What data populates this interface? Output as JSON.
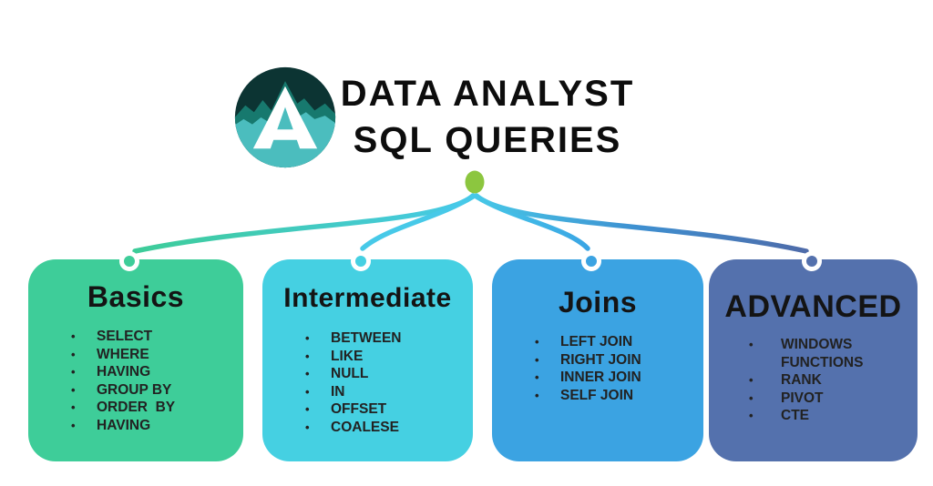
{
  "header": {
    "logo": {
      "icon": "mountain-a-logo",
      "letter": "A",
      "circle_top_color": "#0C3433",
      "ridge_color": "#17796E",
      "base_color": "#4BBDBE",
      "letter_color": "#FFFFFF"
    },
    "title_line1": "DATA ANALYST",
    "title_line2": "SQL QUERIES"
  },
  "connector": {
    "dot_color": "#8CC63F",
    "line_start_color": "#47C9E8",
    "line_end_colors": [
      "#3DCC98",
      "#47C9E8",
      "#3AA4E4",
      "#4E6BA9"
    ]
  },
  "boxes": [
    {
      "title": "Basics",
      "color": "#3ECD99",
      "items": [
        "SELECT",
        "WHERE",
        "HAVING",
        "GROUP BY",
        "ORDER  BY",
        "HAVING"
      ]
    },
    {
      "title": "Intermediate",
      "color": "#45D0E2",
      "items": [
        "BETWEEN",
        "LIKE",
        "NULL",
        "IN",
        "OFFSET",
        "COALESE"
      ]
    },
    {
      "title": "Joins",
      "color": "#3BA3E2",
      "items": [
        "LEFT JOIN",
        "RIGHT JOIN",
        "INNER JOIN",
        "SELF JOIN"
      ]
    },
    {
      "title": "ADVANCED",
      "color": "#5471AD",
      "items": [
        "WINDOWS FUNCTIONS",
        "RANK",
        "PIVOT",
        "CTE"
      ]
    }
  ]
}
